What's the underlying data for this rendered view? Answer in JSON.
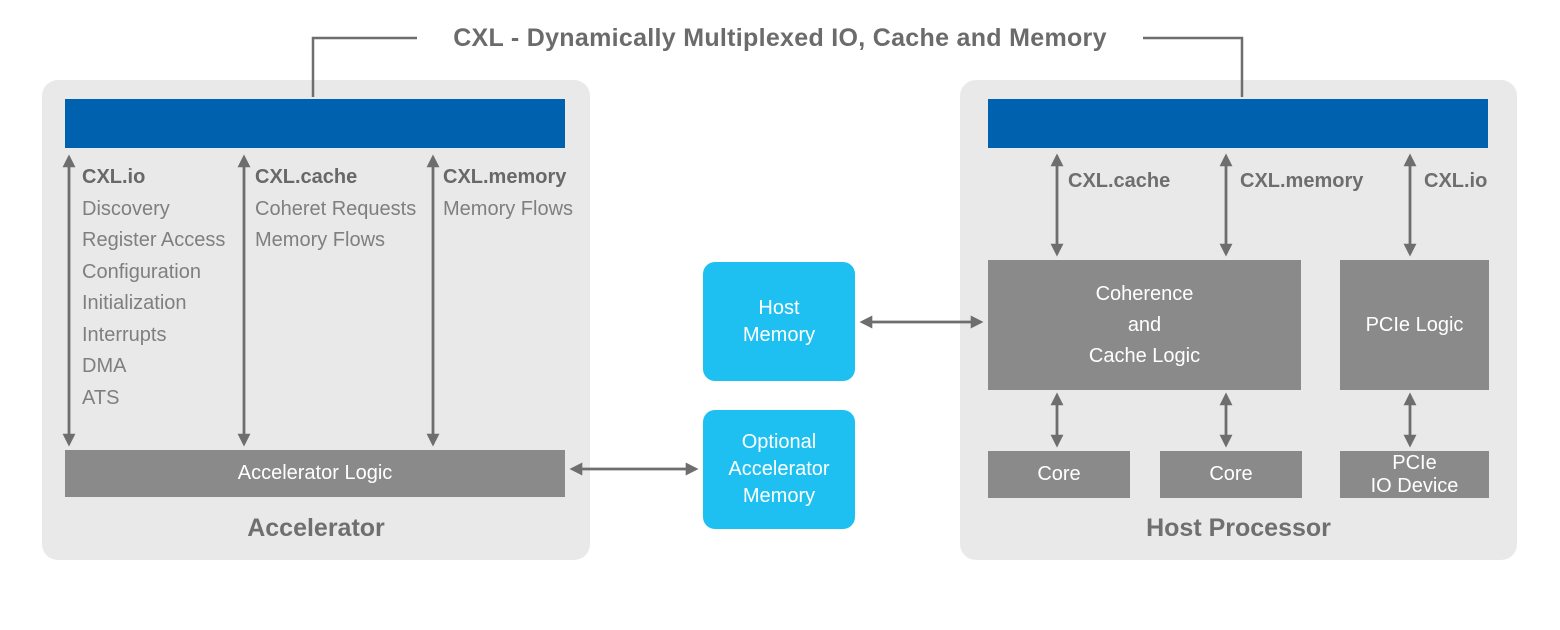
{
  "title": "CXL - Dynamically Multiplexed IO, Cache and Memory",
  "accelerator": {
    "label": "Accelerator",
    "logic_label": "Accelerator Logic",
    "columns": [
      {
        "heading": "CXL.io",
        "items": [
          "Discovery",
          "Register Access",
          "Configuration",
          "Initialization",
          "Interrupts",
          "DMA",
          "ATS"
        ]
      },
      {
        "heading": "CXL.cache",
        "items": [
          "Coheret Requests",
          "Memory Flows"
        ]
      },
      {
        "heading": "CXL.memory",
        "items": [
          "Memory Flows"
        ]
      }
    ]
  },
  "memory": {
    "host": "Host\nMemory",
    "optional": "Optional\nAccelerator\nMemory"
  },
  "host_processor": {
    "label": "Host Processor",
    "links": [
      "CXL.cache",
      "CXL.memory",
      "CXL.io"
    ],
    "coherence": "Coherence\nand\nCache Logic",
    "pcie_logic": "PCIe Logic",
    "cores": [
      "Core",
      "Core"
    ],
    "pcie_io": "PCIe\nIO Device"
  },
  "colors": {
    "link_blue": "#0062ae",
    "memory_cyan": "#1ec0f2",
    "box_gray": "#8a8a8a",
    "panel_gray": "#e9e9e9",
    "line_gray": "#6e6e6e",
    "text_gray": "#6f6f6f"
  }
}
